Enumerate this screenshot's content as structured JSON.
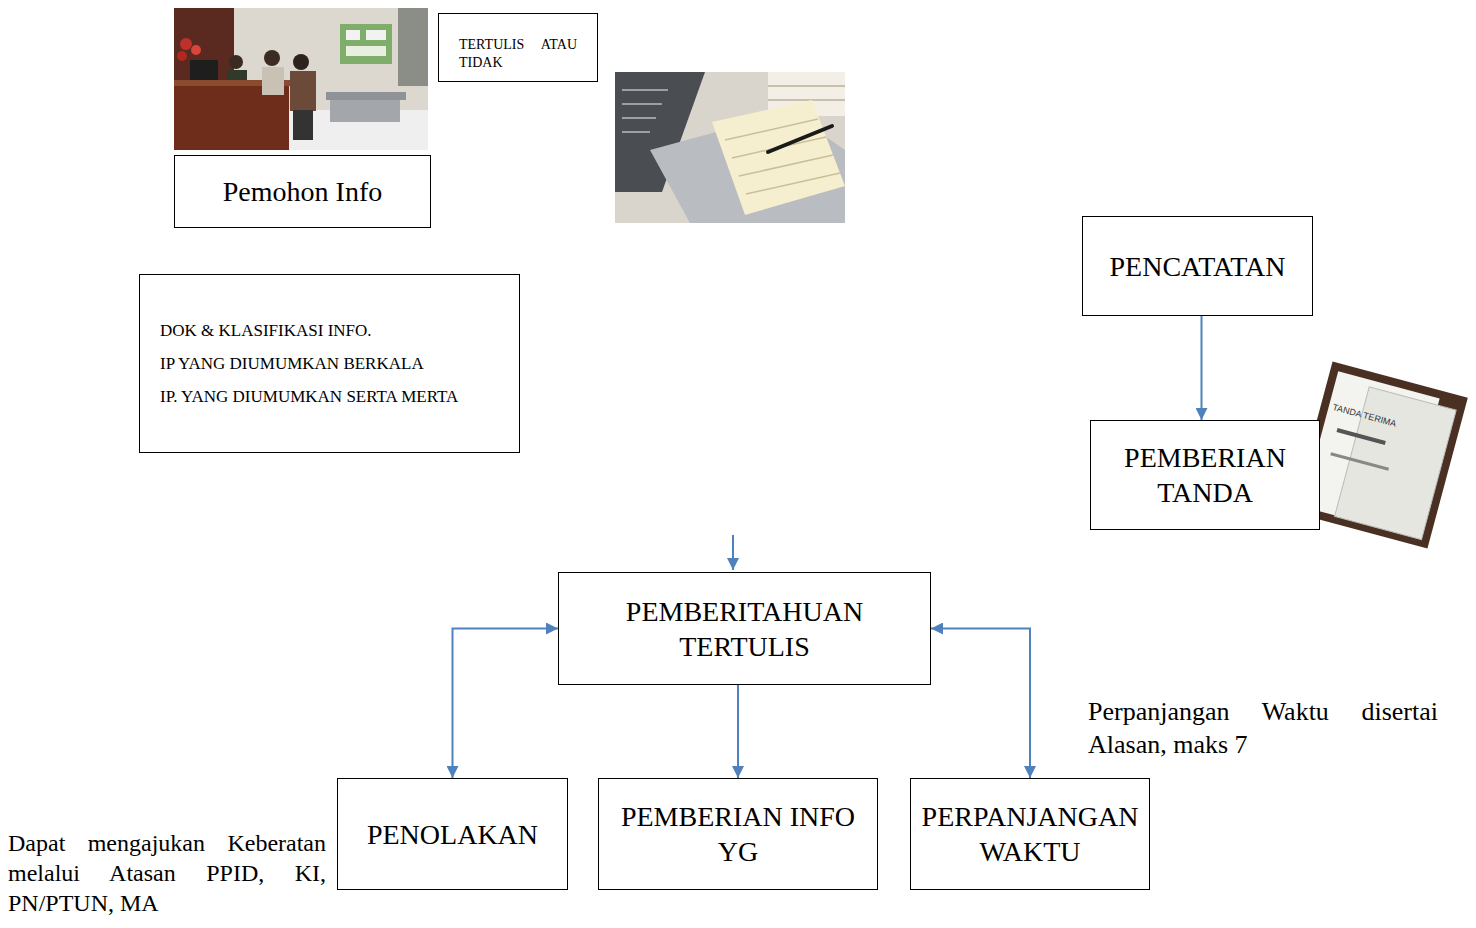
{
  "diagram": {
    "nodes": [
      {
        "text": [
          "Pemohon Info"
        ]
      },
      {
        "text": [
          "TERTULIS ATAU TIDAK"
        ]
      },
      {
        "text": [
          "PENCATATAN"
        ]
      },
      {
        "text": [
          "DOK & KLASIFIKASI INFO.",
          "IP YANG DIUMUMKAN BERKALA",
          "IP. YANG DIUMUMKAN SERTA MERTA"
        ]
      },
      {
        "text": [
          "PEMBERIAN TANDA"
        ]
      },
      {
        "text": [
          "PEMBERITAHUAN TERTULIS"
        ]
      },
      {
        "text": [
          "PENOLAKAN"
        ]
      },
      {
        "text": [
          "PEMBERIAN INFO YG"
        ]
      },
      {
        "text": [
          "PERPANJANGAN WAKTU"
        ]
      }
    ],
    "edges": [
      {
        "from": 2,
        "to": 4,
        "arrow": "to"
      },
      {
        "from": 5,
        "to": 6,
        "arrow": "both"
      },
      {
        "from": 5,
        "to": 7,
        "arrow": "to"
      },
      {
        "from": 5,
        "to": 8,
        "arrow": "both"
      }
    ],
    "labels": [
      "Perpanjangan Waktu disertai Alasan, maks 7",
      "Dapat mengajukan Keberatan melalui Atasan PPID, KI, PN/PTUN, MA",
      "TANDA TERIMA"
    ]
  }
}
